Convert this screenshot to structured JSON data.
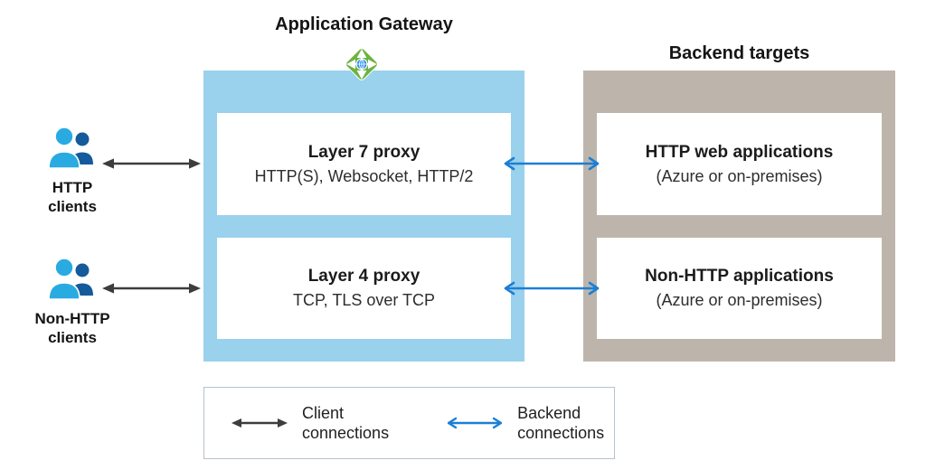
{
  "titles": {
    "gateway": "Application Gateway",
    "backend": "Backend targets"
  },
  "clients": [
    {
      "label": "HTTP\nclients"
    },
    {
      "label": "Non-HTTP\nclients"
    }
  ],
  "gateway_cards": [
    {
      "title": "Layer 7 proxy",
      "subtitle": "HTTP(S), Websocket, HTTP/2"
    },
    {
      "title": "Layer 4 proxy",
      "subtitle": "TCP, TLS over TCP"
    }
  ],
  "backend_cards": [
    {
      "title": "HTTP web applications",
      "subtitle": "(Azure or on-premises)"
    },
    {
      "title": "Non-HTTP applications",
      "subtitle": "(Azure or on-premises)"
    }
  ],
  "legend": [
    {
      "label": "Client\nconnections"
    },
    {
      "label": "Backend\nconnections"
    }
  ],
  "icons": {
    "app_gateway": "application-gateway-icon",
    "clients": "users-icon",
    "client_arrow": "double-arrow-black",
    "backend_arrow": "double-arrow-blue"
  },
  "colors": {
    "gw-fill": "#9AD1EC",
    "backend-fill": "#BDB5AC",
    "arrow-black": "#3D3D3D",
    "arrow-blue": "#1B7FD6",
    "gw-green": "#6CB33F",
    "globe-blue": "#2E8DEF",
    "person-cyan": "#29ABE2",
    "person-dark": "#155A9B",
    "legend-border": "#B7C2CA"
  }
}
